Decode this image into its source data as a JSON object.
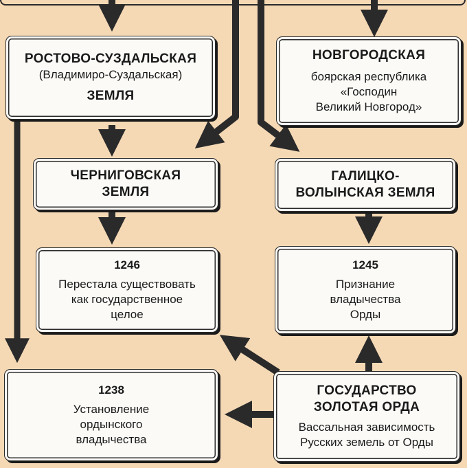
{
  "boxes": {
    "rostov": {
      "title": "РОСТОВО-СУЗДАЛЬСКАЯ",
      "subtitle": "(Владимиро-Суздальская)",
      "tail": "ЗЕМЛЯ"
    },
    "novgorod": {
      "title": "НОВГОРОДСКАЯ",
      "line1": "боярская республика",
      "line2": "«Господин",
      "line3": "Великий Новгород»"
    },
    "chernigov": {
      "line1": "ЧЕРНИГОВСКАЯ",
      "line2": "ЗЕМЛЯ"
    },
    "galich": {
      "line1": "ГАЛИЦКО-",
      "line2": "ВОЛЫНСКАЯ ЗЕМЛЯ"
    },
    "y1246": {
      "year": "1246",
      "line1": "Перестала существовать",
      "line2": "как государственное",
      "line3": "целое"
    },
    "y1245": {
      "year": "1245",
      "line1": "Признание",
      "line2": "владычества",
      "line3": "Орды"
    },
    "y1238": {
      "year": "1238",
      "line1": "Установление",
      "line2": "ордынского",
      "line3": "владычества"
    },
    "horde": {
      "title1": "ГОСУДАРСТВО",
      "title2": "ЗОЛОТАЯ ОРДА",
      "line1": "Вассальная зависимость",
      "line2": "Русских земель от Орды"
    }
  },
  "colors": {
    "background": "#f5d9b5",
    "box": "#fbfaf7",
    "stroke": "#2a2a2a"
  }
}
